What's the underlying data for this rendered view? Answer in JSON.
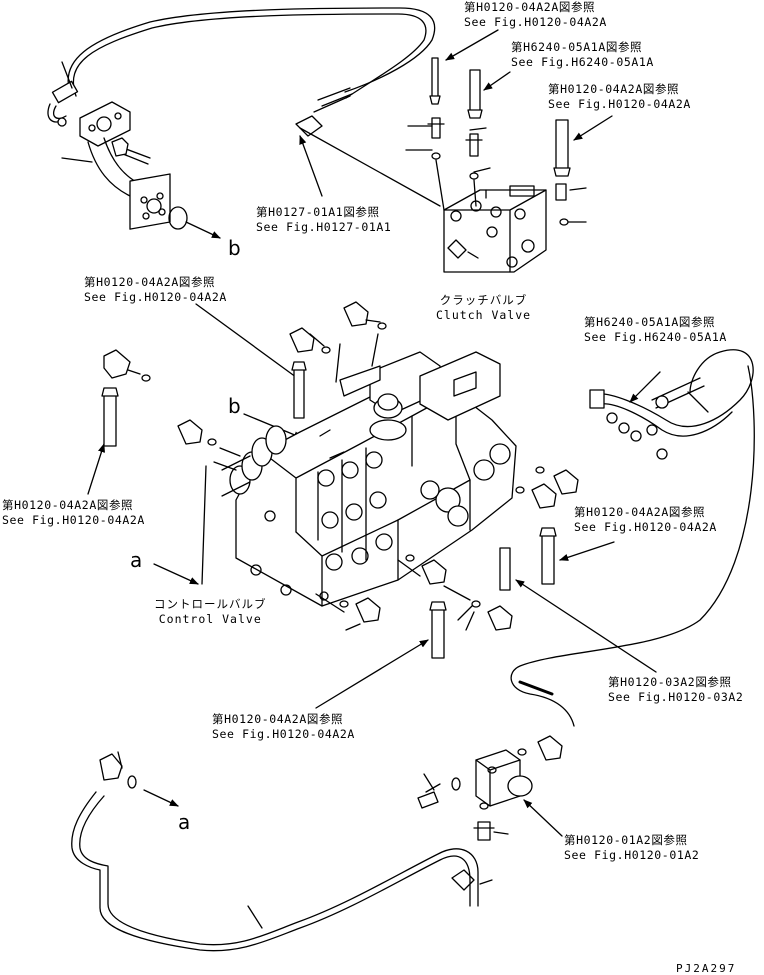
{
  "references": [
    {
      "id": "ref-top-center",
      "jp": "第H0120-04A2A図参照",
      "en": "See Fig.H0120-04A2A"
    },
    {
      "id": "ref-h6240-top",
      "jp": "第H6240-05A1A図参照",
      "en": "See Fig.H6240-05A1A"
    },
    {
      "id": "ref-top-right",
      "jp": "第H0120-04A2A図参照",
      "en": "See Fig.H0120-04A2A"
    },
    {
      "id": "ref-h0127",
      "jp": "第H0127-01A1図参照",
      "en": "See Fig.H0127-01A1"
    },
    {
      "id": "ref-mid-left",
      "jp": "第H0120-04A2A図参照",
      "en": "See Fig.H0120-04A2A"
    },
    {
      "id": "ref-h6240-right",
      "jp": "第H6240-05A1A図参照",
      "en": "See Fig.H6240-05A1A"
    },
    {
      "id": "ref-left",
      "jp": "第H0120-04A2A図参照",
      "en": "See Fig.H0120-04A2A"
    },
    {
      "id": "ref-right-mid",
      "jp": "第H0120-04A2A図参照",
      "en": "See Fig.H0120-04A2A"
    },
    {
      "id": "ref-h0120-03",
      "jp": "第H0120-03A2図参照",
      "en": "See Fig.H0120-03A2"
    },
    {
      "id": "ref-bottom-center",
      "jp": "第H0120-04A2A図参照",
      "en": "See Fig.H0120-04A2A"
    },
    {
      "id": "ref-h0120-01",
      "jp": "第H0120-01A2図参照",
      "en": "See Fig.H0120-01A2"
    }
  ],
  "components": {
    "clutch_valve": {
      "jp": "クラッチバルブ",
      "en": "Clutch Valve"
    },
    "control_valve": {
      "jp": "コントロールバルブ",
      "en": "Control Valve"
    }
  },
  "callouts": {
    "a": "a",
    "b": "b"
  },
  "page_id": "PJ2A297"
}
